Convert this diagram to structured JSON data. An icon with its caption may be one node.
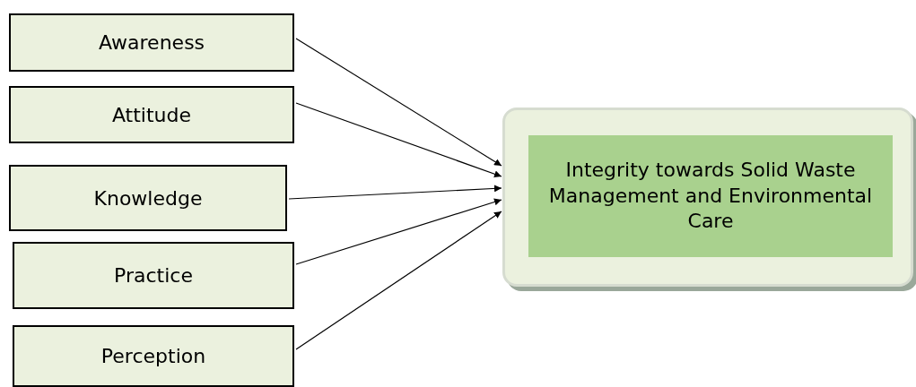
{
  "diagram": {
    "nodes": [
      {
        "text": [
          "Awareness"
        ]
      },
      {
        "text": [
          "Attitude"
        ]
      },
      {
        "text": [
          "Knowledge"
        ]
      },
      {
        "text": [
          "Practice"
        ]
      },
      {
        "text": [
          "Perception"
        ]
      },
      {
        "text": [],
        "shape": "box"
      },
      {
        "text": [
          "Integrity towards Solid Waste Management and Environmental Care"
        ],
        "in": 5
      }
    ],
    "edges": [
      {
        "from": 0,
        "to": 5,
        "arrow": "to"
      },
      {
        "from": 1,
        "to": 5,
        "arrow": "to"
      },
      {
        "from": 2,
        "to": 5,
        "arrow": "to"
      },
      {
        "from": 3,
        "to": 5,
        "arrow": "to"
      },
      {
        "from": 4,
        "to": 5,
        "arrow": "to"
      }
    ]
  }
}
